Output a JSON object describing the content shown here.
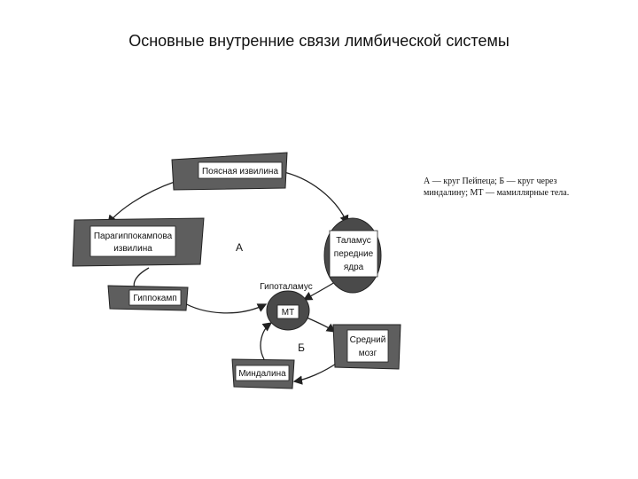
{
  "title": "Основные внутренние связи лимбической системы",
  "nodes": {
    "cingulate": "Поясная извилина",
    "parahippocampal_1": "Парагиппокампова",
    "parahippocampal_2": "извилина",
    "hippocampus": "Гиппокамп",
    "thalamus_1": "Таламус",
    "thalamus_2": "передние",
    "thalamus_3": "ядра",
    "hypothalamus": "Гипоталамус",
    "mt": "МТ",
    "midbrain_1": "Средний",
    "midbrain_2": "мозг",
    "amygdala": "Миндалина"
  },
  "circles": {
    "a": "А",
    "b": "Б"
  },
  "legend": {
    "line1": "А — круг Пейпеца; Б — круг через",
    "line2": "миндалину; МТ — мамиллярные тела."
  },
  "colors": {
    "box_fill": "#5e5e5e",
    "label_fill": "#ffffff",
    "line": "#222222",
    "circle_fill": "#4a4a4a"
  }
}
